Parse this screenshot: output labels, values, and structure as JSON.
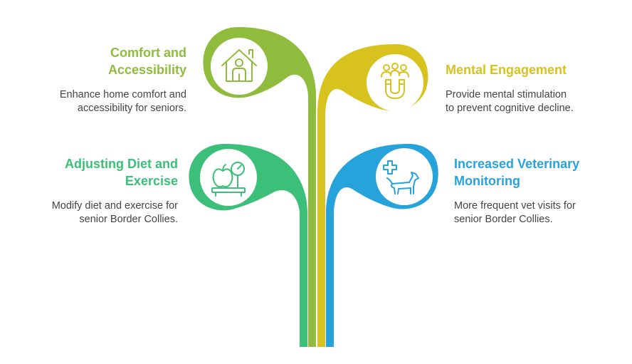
{
  "colors": {
    "comfort": "#8fbc3c",
    "mental": "#d7c21e",
    "diet": "#3cbf78",
    "vet": "#26a3db",
    "body_text": "#444444"
  },
  "items": {
    "comfort": {
      "title_line1": "Comfort and",
      "title_line2": "Accessibility",
      "desc_line1": "Enhance home comfort and",
      "desc_line2": "accessibility for seniors.",
      "icon": "home-person-icon"
    },
    "mental": {
      "title_line1": "Mental Engagement",
      "desc_line1": "Provide mental stimulation",
      "desc_line2": "to prevent cognitive decline.",
      "icon": "people-magnet-icon"
    },
    "diet": {
      "title_line1": "Adjusting Diet and",
      "title_line2": "Exercise",
      "desc_line1": "Modify diet and exercise for",
      "desc_line2": "senior Border Collies.",
      "icon": "apple-scale-icon"
    },
    "vet": {
      "title_line1": "Increased Veterinary",
      "title_line2": "Monitoring",
      "desc_line1": "More frequent vet visits for",
      "desc_line2": "senior Border Collies.",
      "icon": "medical-dog-icon"
    }
  }
}
